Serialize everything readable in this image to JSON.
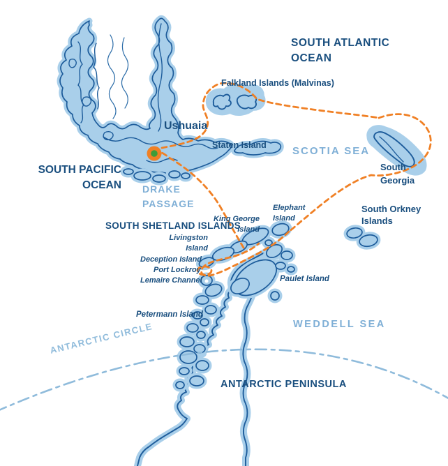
{
  "labels": {
    "south_atlantic_ocean": {
      "line1": "SOUTH ATLANTIC",
      "line2": "OCEAN"
    },
    "falkland_islands": {
      "text": "Falkland Islands (Malvinas)"
    },
    "ushuaia": {
      "text": "Ushuaia"
    },
    "staten_island": {
      "text": "Staten Island"
    },
    "scotia_sea": {
      "text": "SCOTIA SEA"
    },
    "south_georgia": {
      "line1": "South",
      "line2": "Georgia"
    },
    "south_pacific_ocean": {
      "line1": "SOUTH PACIFIC",
      "line2": "OCEAN"
    },
    "drake_passage": {
      "line1": "DRAKE",
      "line2": "PASSAGE"
    },
    "south_orkney_islands": {
      "line1": "South Orkney",
      "line2": "Islands"
    },
    "elephant_island": {
      "line1": "Elephant",
      "line2": "Island"
    },
    "south_shetland_islands": {
      "text": "SOUTH SHETLAND ISLANDS"
    },
    "king_george_island": {
      "line1": "King George",
      "line2": "Island"
    },
    "livingston_island": {
      "line1": "Livingston",
      "line2": "Island"
    },
    "deception_island": {
      "text": "Deception Island"
    },
    "port_lockroy": {
      "text": "Port Lockroy"
    },
    "lemaire_channel": {
      "text": "Lemaire Channel"
    },
    "petermann_island": {
      "text": "Petermann Island"
    },
    "paulet_island": {
      "text": "Paulet Island"
    },
    "weddell_sea": {
      "text": "WEDDELL SEA"
    },
    "antarctic_peninsula": {
      "text": "ANTARCTIC PENINSULA"
    },
    "antarctic_circle": {
      "text": "ANTARCTIC CIRCLE"
    }
  },
  "marker": {
    "location": "Ushuaia"
  },
  "route": {
    "style": "dashed",
    "color": "#F08025"
  },
  "colors": {
    "land": "#A9CFEA",
    "coastline": "#1D5C9B",
    "label_dark": "#194E7E",
    "label_sea": "#7FAFD6",
    "route_orange": "#F08025",
    "marker_green": "#3E9C39",
    "antarctic_circle": "#8FBBDB"
  }
}
